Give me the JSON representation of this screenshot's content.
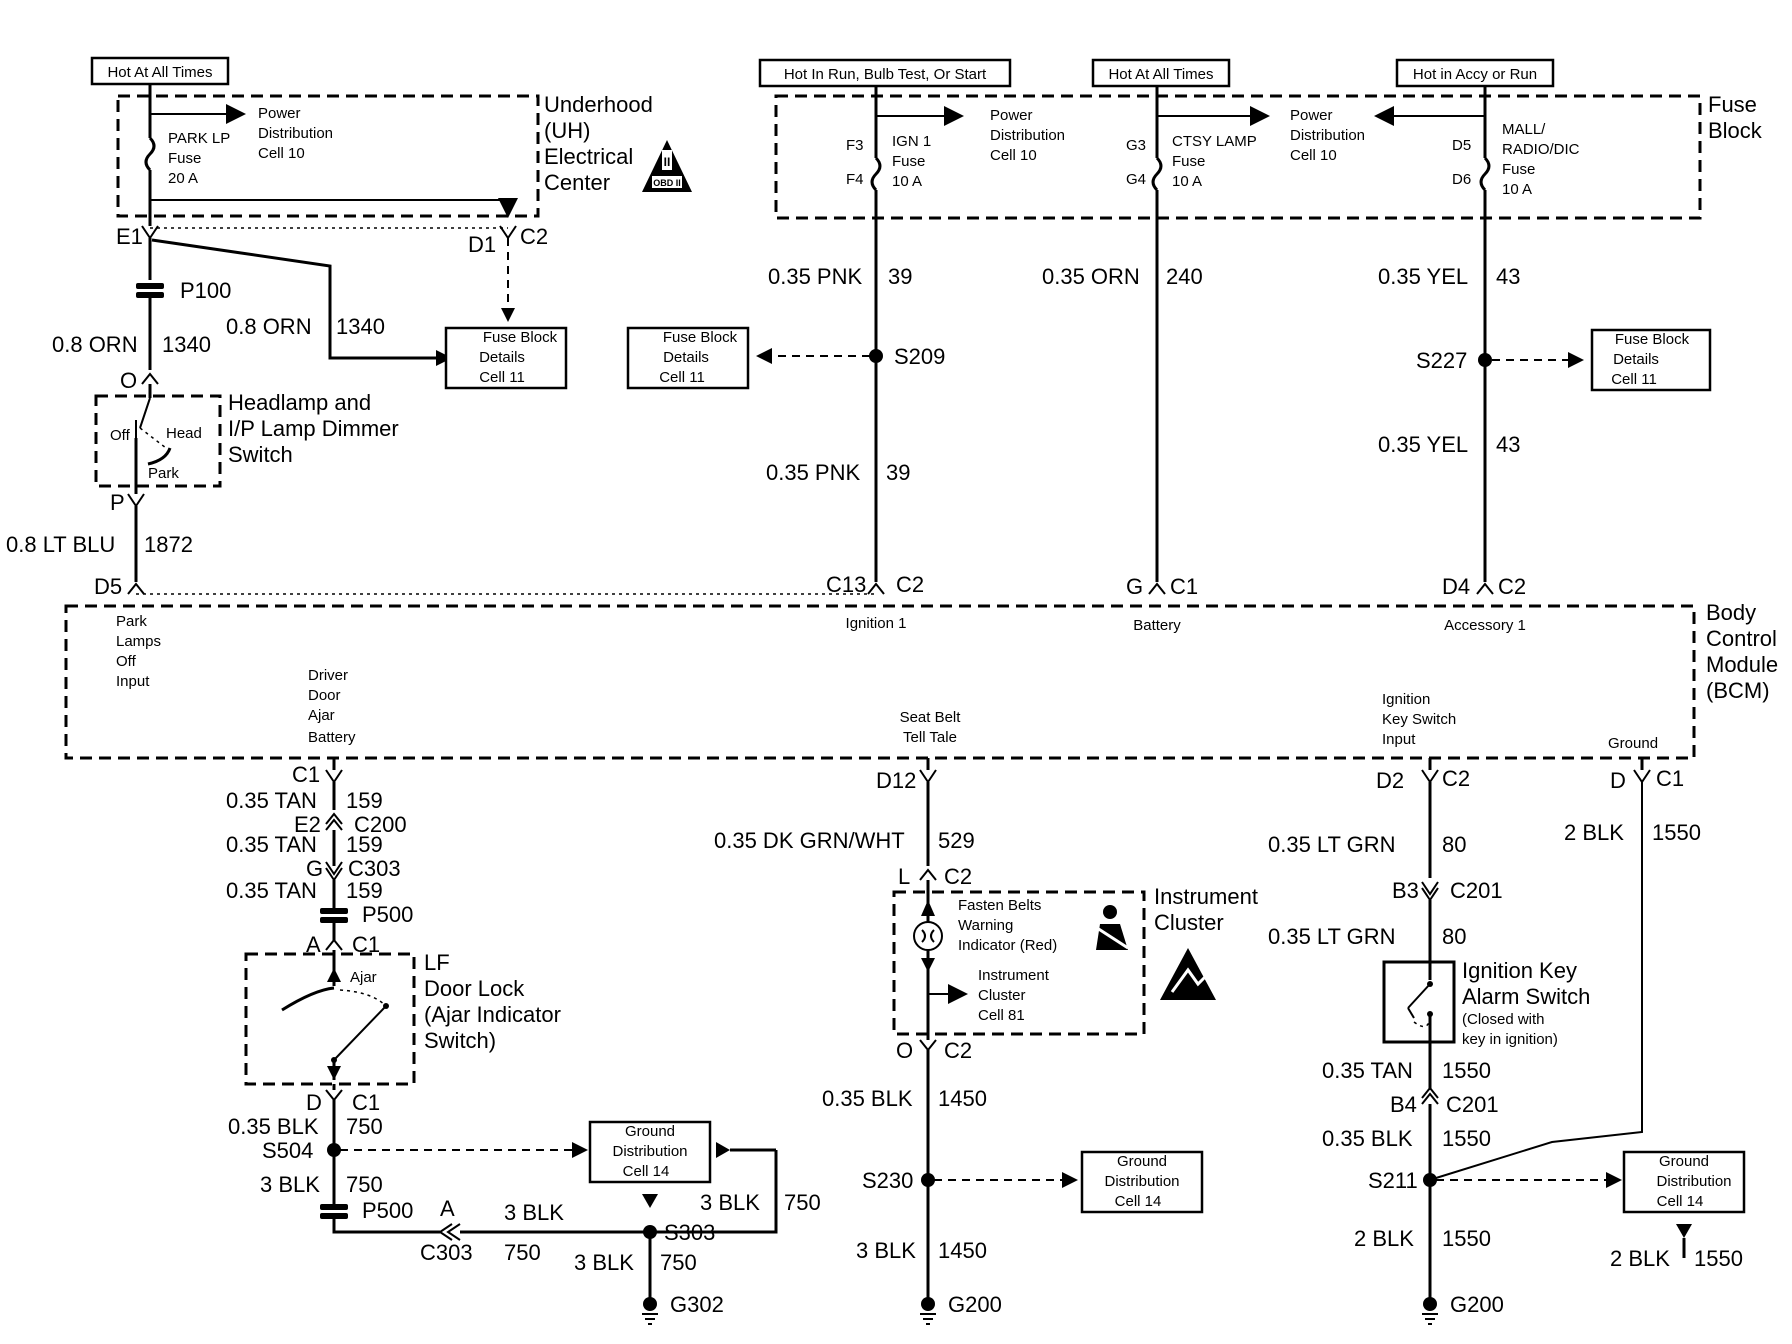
{
  "headers": {
    "uh_hot": "Hot At All Times",
    "ign_hot": "Hot In Run, Bulb Test, Or Start",
    "ctsy_hot": "Hot At All Times",
    "accy_hot": "Hot in Accy or Run"
  },
  "uh_center": {
    "title1": "Underhood",
    "title2": "(UH)",
    "title3": "Electrical",
    "title4": "Center",
    "badge_numeral": "II",
    "badge_text": "OBD II",
    "power1": "Power",
    "power2": "Distribution",
    "power3": "Cell 10",
    "fuse1": "PARK LP",
    "fuse2": "Fuse",
    "fuse3": "20 A"
  },
  "fuse_block": {
    "title1": "Fuse",
    "title2": "Block",
    "f3": "F3",
    "f4": "F4",
    "ign1": "IGN 1",
    "ign2": "Fuse",
    "ign3": "10 A",
    "g3": "G3",
    "g4": "G4",
    "ctsy1": "CTSY LAMP",
    "ctsy2": "Fuse",
    "ctsy3": "10 A",
    "d5": "D5",
    "d6": "D6",
    "mall1": "MALL/",
    "mall2": "RADIO/DIC",
    "mall3": "Fuse",
    "mall4": "10 A",
    "pd_a1": "Power",
    "pd_a2": "Distribution",
    "pd_a3": "Cell 10",
    "pd_b1": "Power",
    "pd_b2": "Distribution",
    "pd_b3": "Cell 10"
  },
  "ref_boxes": {
    "fb1": [
      "Fuse Block",
      "Details",
      "Cell 11"
    ],
    "fb2": [
      "Fuse Block",
      "Details",
      "Cell 11"
    ],
    "fb3": [
      "Fuse Block",
      "Details",
      "Cell 11"
    ],
    "gd1": [
      "Ground",
      "Distribution",
      "Cell 14"
    ],
    "gd2": [
      "Ground",
      "Distribution",
      "Cell 14"
    ],
    "gd3": [
      "Ground",
      "Distribution",
      "Cell 14"
    ]
  },
  "connectors": {
    "e1": "E1",
    "d1": "D1",
    "c2a": "C2",
    "p100": "P100",
    "o": "O",
    "p": "P",
    "d5": "D5",
    "c13": "C13",
    "c2b": "C2",
    "g": "G",
    "c1a": "C1",
    "d4": "D4",
    "c2c": "C2",
    "s209": "S209",
    "s227": "S227",
    "c1b": "C1",
    "e2": "E2",
    "c200": "C200",
    "g2": "G",
    "c303": "C303",
    "p500a": "P500",
    "a": "A",
    "c1c": "C1",
    "d": "D",
    "c1d": "C1",
    "s504": "S504",
    "p500b": "P500",
    "a2": "A",
    "c303b": "C303",
    "s303": "S303",
    "g302": "G302",
    "d12": "D12",
    "l": "L",
    "c2d": "C2",
    "o2": "O",
    "c2e": "C2",
    "s230": "S230",
    "g200a": "G200",
    "d2": "D2",
    "c2f": "C2",
    "d3": "D",
    "c1e": "C1",
    "b3": "B3",
    "c201a": "C201",
    "b4": "B4",
    "c201b": "C201",
    "s211": "S211",
    "g200b": "G200"
  },
  "wires": {
    "w1_col": "0.8 ORN",
    "w1_num": "1340",
    "w2_col": "0.8 ORN",
    "w2_num": "1340",
    "w3_col": "0.8 LT BLU",
    "w3_num": "1872",
    "pnk1_col": "0.35 PNK",
    "pnk1_num": "39",
    "pnk2_col": "0.35 PNK",
    "pnk2_num": "39",
    "orn_col": "0.35 ORN",
    "orn_num": "240",
    "yel1_col": "0.35 YEL",
    "yel1_num": "43",
    "yel2_col": "0.35 YEL",
    "yel2_num": "43",
    "tan1_col": "0.35 TAN",
    "tan1_num": "159",
    "tan2_col": "0.35 TAN",
    "tan2_num": "159",
    "tan3_col": "0.35 TAN",
    "tan3_num": "159",
    "blk750a_col": "0.35 BLK",
    "blk750a_num": "750",
    "blk750b_col": "3 BLK",
    "blk750b_num": "750",
    "blk750c_col": "3 BLK",
    "blk750c_num": "750",
    "blk750d_col": "3 BLK",
    "blk750d_num": "750",
    "blk750e_col": "3 BLK",
    "blk750e_num": "750",
    "grnwht_col": "0.35 DK GRN/WHT",
    "grnwht_num": "529",
    "blk1450a_col": "0.35 BLK",
    "blk1450a_num": "1450",
    "blk1450b_col": "3 BLK",
    "blk1450b_num": "1450",
    "ltgrn1_col": "0.35 LT GRN",
    "ltgrn1_num": "80",
    "ltgrn2_col": "0.35 LT GRN",
    "ltgrn2_num": "80",
    "tan1550_col": "0.35 TAN",
    "tan1550_num": "1550",
    "blk1550a_col": "0.35 BLK",
    "blk1550a_num": "1550",
    "blk1550b_col": "2 BLK",
    "blk1550b_num": "1550",
    "blk1550c_col": "2 BLK",
    "blk1550c_num": "1550",
    "blk1550d_col": "2 BLK",
    "blk1550d_num": "1550"
  },
  "switches": {
    "hl1": "Headlamp and",
    "hl2": "I/P Lamp Dimmer",
    "hl3": "Switch",
    "off": "Off",
    "head": "Head",
    "park": "Park",
    "lf1": "LF",
    "lf2": "Door Lock",
    "lf3": "(Ajar Indicator",
    "lf4": "Switch)",
    "ajar": "Ajar",
    "ik1": "Ignition Key",
    "ik2": "Alarm Switch",
    "ik3": "(Closed with",
    "ik4": "key in ignition)"
  },
  "bcm": {
    "title1": "Body",
    "title2": "Control",
    "title3": "Module",
    "title4": "(BCM)",
    "park": [
      "Park",
      "Lamps",
      "Off",
      "Input"
    ],
    "driver": [
      "Driver",
      "Door",
      "Ajar",
      "Battery"
    ],
    "ign1": "Ignition 1",
    "battery": "Battery",
    "acc1": "Accessory 1",
    "seatbelt": [
      "Seat Belt",
      "Tell Tale"
    ],
    "ignkey": [
      "Ignition",
      "Key Switch",
      "Input"
    ],
    "ground": "Ground"
  },
  "cluster": {
    "title1": "Instrument",
    "title2": "Cluster",
    "warn1": "Fasten Belts",
    "warn2": "Warning",
    "warn3": "Indicator (Red)",
    "ic1": "Instrument",
    "ic2": "Cluster",
    "ic3": "Cell 81"
  }
}
